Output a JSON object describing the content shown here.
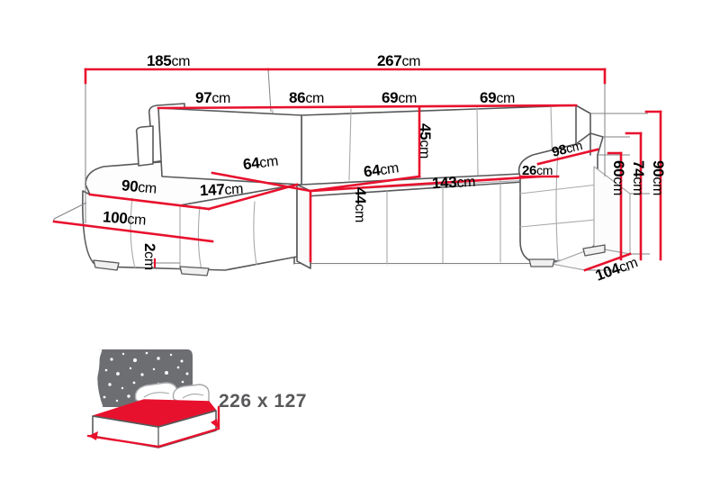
{
  "drawing": {
    "title": "Corner sofa bed dimension drawing",
    "product_type": "L-shaped corner sofa bed with left chaise",
    "unit": "cm",
    "colors": {
      "dimension_line": "#e8112d",
      "outline": "#58595b",
      "outline_light": "#a7a9ac",
      "text": "#000000",
      "bed_label_text": "#58595b",
      "background": "#ffffff"
    }
  },
  "dimensions": {
    "overall_width_left": {
      "value": "185",
      "unit": "cm"
    },
    "overall_width_right": {
      "value": "267",
      "unit": "cm"
    },
    "backrest_seg_1": {
      "value": "97",
      "unit": "cm"
    },
    "backrest_seg_2": {
      "value": "86",
      "unit": "cm"
    },
    "backrest_seg_3": {
      "value": "69",
      "unit": "cm"
    },
    "backrest_seg_4": {
      "value": "69",
      "unit": "cm"
    },
    "backrest_height": {
      "value": "45",
      "unit": "cm"
    },
    "chaise_seat_depth": {
      "value": "90",
      "unit": "cm"
    },
    "chaise_seat_length": {
      "value": "147",
      "unit": "cm"
    },
    "chaise_base_width": {
      "value": "100",
      "unit": "cm"
    },
    "leg_height": {
      "value": "2",
      "unit": "cm"
    },
    "corner_seat_depth_left": {
      "value": "64",
      "unit": "cm"
    },
    "corner_seat_depth_right": {
      "value": "64",
      "unit": "cm"
    },
    "seat_height": {
      "value": "44",
      "unit": "cm"
    },
    "seat_length_right": {
      "value": "143",
      "unit": "cm"
    },
    "armrest_length": {
      "value": "98",
      "unit": "cm"
    },
    "armrest_width": {
      "value": "26",
      "unit": "cm"
    },
    "armrest_height": {
      "value": "60",
      "unit": "cm"
    },
    "back_height_mid": {
      "value": "74",
      "unit": "cm"
    },
    "total_height": {
      "value": "90",
      "unit": "cm"
    },
    "total_depth": {
      "value": "104",
      "unit": "cm"
    }
  },
  "sleeping_area": {
    "label": "226 x 127",
    "icon_name": "bed-sleeping-area-icon",
    "icon_parts": {
      "night_sky_panel": "starry-night-panel",
      "pillows": "pillows",
      "blanket": "red-blanket",
      "mattress": "mattress",
      "arrows": "dimension-arrows"
    }
  }
}
